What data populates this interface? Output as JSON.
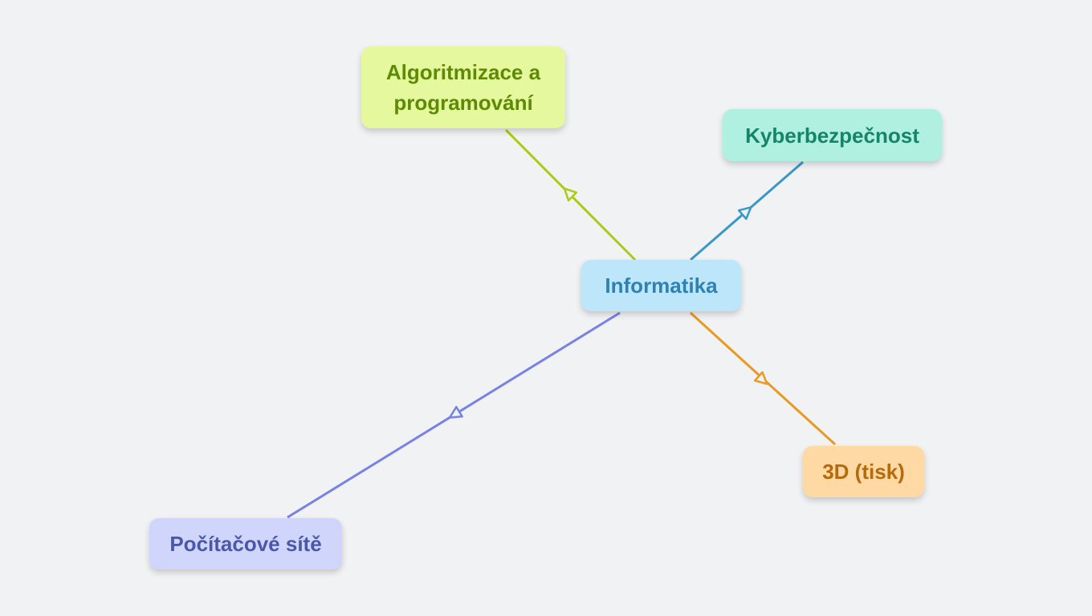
{
  "diagram": {
    "center": {
      "label": "Informatika",
      "fill": "#bde6fb",
      "text_color": "#2e81b3"
    },
    "topics": [
      {
        "key": "algo",
        "label": "Algoritmizace a programování",
        "fill": "#e6f89e",
        "text_color": "#5e8a05",
        "line_color": "#a9cb14"
      },
      {
        "key": "kyber",
        "label": "Kyberbezpečnost",
        "fill": "#b0f0e0",
        "text_color": "#15856a",
        "line_color": "#3a97c9"
      },
      {
        "key": "tisk",
        "label": "3D (tisk)",
        "fill": "#fed9a3",
        "text_color": "#b56a0d",
        "line_color": "#e89a22"
      },
      {
        "key": "site",
        "label": "Počítačové sítě",
        "fill": "#d0d5fc",
        "text_color": "#4b58a8",
        "line_color": "#7782e6"
      }
    ]
  }
}
